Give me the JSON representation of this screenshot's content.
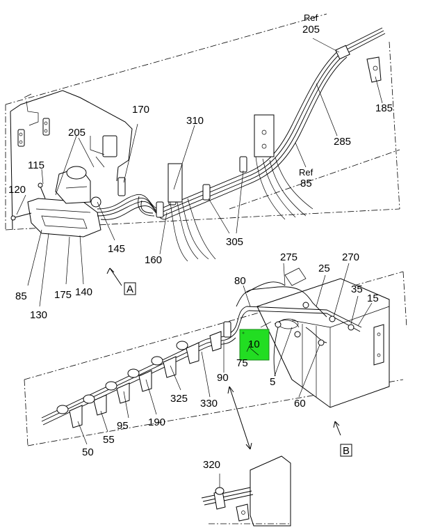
{
  "callouts": {
    "ref205_ref": "Ref",
    "ref205_num": "205",
    "c185": "185",
    "c285": "285",
    "ref85_ref": "Ref",
    "ref85_num": "85",
    "c170": "170",
    "c310": "310",
    "c205": "205",
    "c115": "115",
    "c120": "120",
    "c145": "145",
    "c160": "160",
    "c305": "305",
    "c85": "85",
    "c130": "130",
    "c175": "175",
    "c140": "140",
    "c80": "80",
    "c275": "275",
    "c25": "25",
    "c270": "270",
    "c35": "35",
    "c15": "15",
    "c10": "10",
    "c75": "75",
    "c90": "90",
    "c5": "5",
    "c60": "60",
    "c325": "325",
    "c330": "330",
    "c190": "190",
    "c95": "95",
    "c55": "55",
    "c50": "50",
    "c320": "320"
  },
  "views": {
    "a": "A",
    "b": "B"
  },
  "highlight": {
    "color": "#22dd22",
    "part": "10"
  }
}
